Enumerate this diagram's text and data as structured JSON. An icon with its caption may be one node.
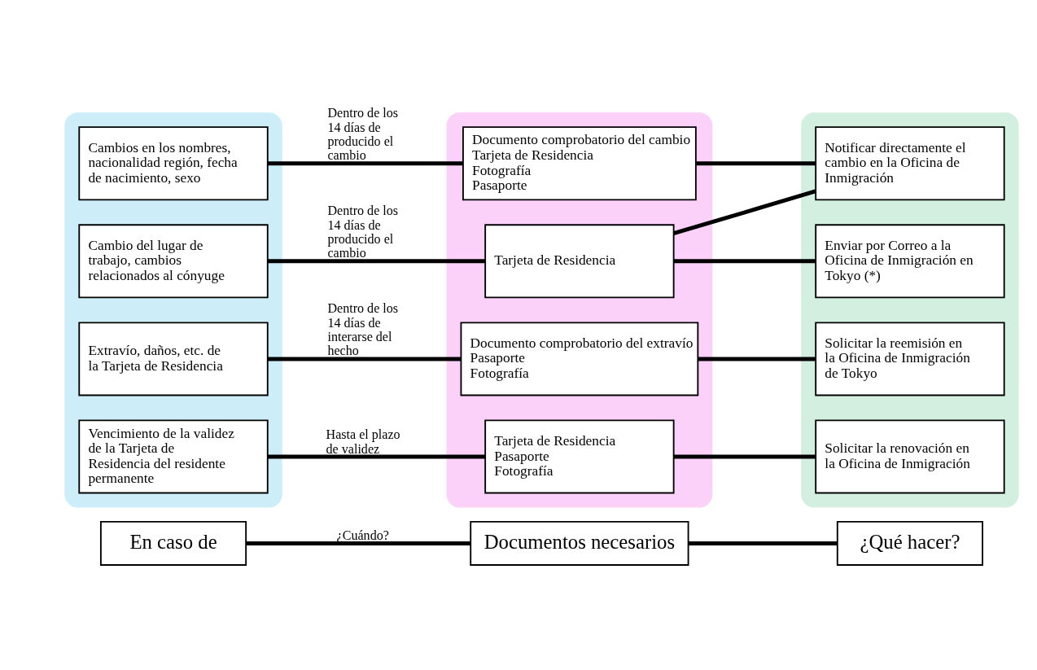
{
  "diagram": {
    "nodes": [
      {
        "text": [
          "En caso de"
        ]
      },
      {
        "text": [
          "Documentos necesarios"
        ]
      },
      {
        "text": [
          "¿Qué hacer?"
        ]
      },
      {
        "text": [],
        "shape": "box"
      },
      {
        "text": [
          "Cambios en los nombres, nacionalidad región, fecha de nacimiento, sexo"
        ],
        "in": 3
      },
      {
        "text": [
          "Cambio del lugar de trabajo, cambios relacionados al cónyuge"
        ],
        "in": 3
      },
      {
        "text": [
          "Extravío, daños, etc. de la Tarjeta de Residencia"
        ],
        "in": 3
      },
      {
        "text": [
          "Vencimiento de la validez de la Tarjeta de Residencia del residente permanente"
        ],
        "in": 3
      },
      {
        "text": [],
        "shape": "box"
      },
      {
        "text": [
          "Documento comprobatorio del cambio",
          "Tarjeta de Residencia",
          "Fotografía",
          "Pasaporte"
        ],
        "in": 8
      },
      {
        "text": [
          "Tarjeta de Residencia"
        ],
        "in": 8
      },
      {
        "text": [
          "Documento comprobatorio del extravío",
          "Pasaporte",
          "Fotografía"
        ],
        "in": 8
      },
      {
        "text": [
          "Tarjeta de Residencia",
          "Pasaporte",
          "Fotografía"
        ],
        "in": 8
      },
      {
        "text": [],
        "shape": "box"
      },
      {
        "text": [
          "Notificar directamente el cambio en la Oficina de Inmigración"
        ],
        "in": 13
      },
      {
        "text": [
          "Enviar por Correo a la Oficina de Inmigración en Tokyo (*)"
        ],
        "in": 13
      },
      {
        "text": [
          "Solicitar la reemisión en la Oficina de Inmigración de Tokyo"
        ],
        "in": 13
      },
      {
        "text": [
          "Solicitar la renovación en la Oficina de Inmigración"
        ],
        "in": 13
      }
    ],
    "edges": [
      {
        "from": 0,
        "to": 1,
        "arrow": "none",
        "label": "¿Cuándo?"
      },
      {
        "from": 1,
        "to": 2,
        "arrow": "none"
      },
      {
        "from": 4,
        "to": 9,
        "arrow": "none",
        "label": "Dentro de los 14 días de producido el cambio"
      },
      {
        "from": 5,
        "to": 10,
        "arrow": "none",
        "label": "Dentro de los 14 días de producido el cambio"
      },
      {
        "from": 6,
        "to": 11,
        "arrow": "none",
        "label": "Dentro de los 14 días de interarse del hecho"
      },
      {
        "from": 7,
        "to": 12,
        "arrow": "none",
        "label": "Hasta el plazo de validez"
      },
      {
        "from": 9,
        "to": 14,
        "arrow": "none"
      },
      {
        "from": 10,
        "to": 14,
        "arrow": "none"
      },
      {
        "from": 10,
        "to": 15,
        "arrow": "none"
      },
      {
        "from": 11,
        "to": 16,
        "arrow": "none"
      },
      {
        "from": 12,
        "to": 17,
        "arrow": "none"
      }
    ]
  }
}
